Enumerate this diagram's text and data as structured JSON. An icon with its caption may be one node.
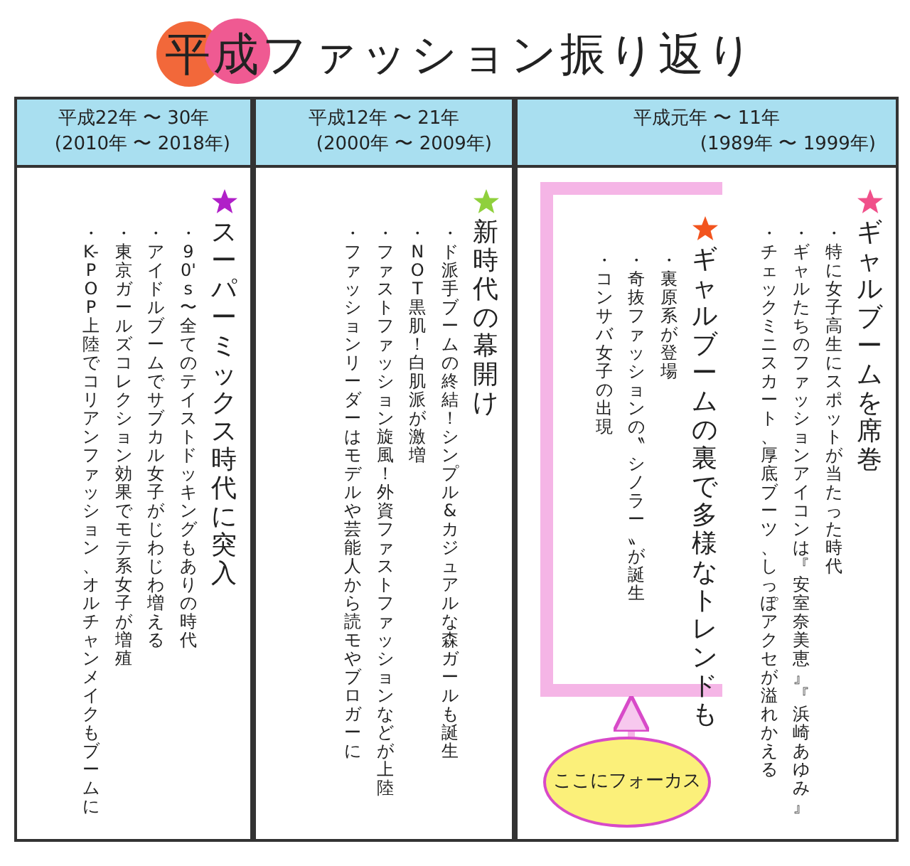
{
  "diagram": {
    "title": "平成ファッション振り返り",
    "nodes": [
      {
        "text": [
          "平成元年 〜 11年",
          "(1989年 〜 1999年)"
        ]
      },
      {
        "text": [
          "ギャルブームを席巻",
          "・特に女子高生にスポットが当たった時代",
          "・ギャルたちのファッションアイコンは『安室奈美恵』『浜崎あゆみ』",
          "・チェックミニスカート、厚底ブーツ、しっぽアクセが溢れかえる"
        ]
      },
      {
        "text": [
          "ギャルブームの裏で多様なトレンドも",
          "・裏原系が登場",
          "・奇抜ファッションの〝シノラー〟が誕生",
          "・コンサバ女子の出現"
        ],
        "in": 1
      },
      {
        "text": [
          "ここにフォーカス"
        ],
        "in": 1
      },
      {
        "text": [
          "平成12年 〜 21年",
          "(2000年 〜 2009年)"
        ]
      },
      {
        "text": [
          "新時代の幕開け",
          "・ド派手ブームの終結！シンプル&カジュアルな森ガールも誕生",
          "・NOT黒肌！白肌派が激増",
          "・ファストファッション旋風！外資ファストファッションなどが上陸",
          "・ファッションリーダーはモデルや芸能人から読モやブロガーに"
        ]
      },
      {
        "text": [
          "平成22年 〜 30年",
          "(2010年 〜 2018年)"
        ]
      },
      {
        "text": [
          "スーパーミックス時代に突入",
          "・90's〜全てのテイストドッキングもありの時代",
          "・アイドルブームでサブカル女子がじわじわ増える",
          "・東京ガールズコレクション効果でモテ系女子が増殖",
          "・K-POP上陸でコリアンファッション、オルチャンメイクもブームに"
        ]
      }
    ],
    "edges": [
      {
        "from": 3,
        "to": 2,
        "arrow": "to"
      }
    ]
  }
}
